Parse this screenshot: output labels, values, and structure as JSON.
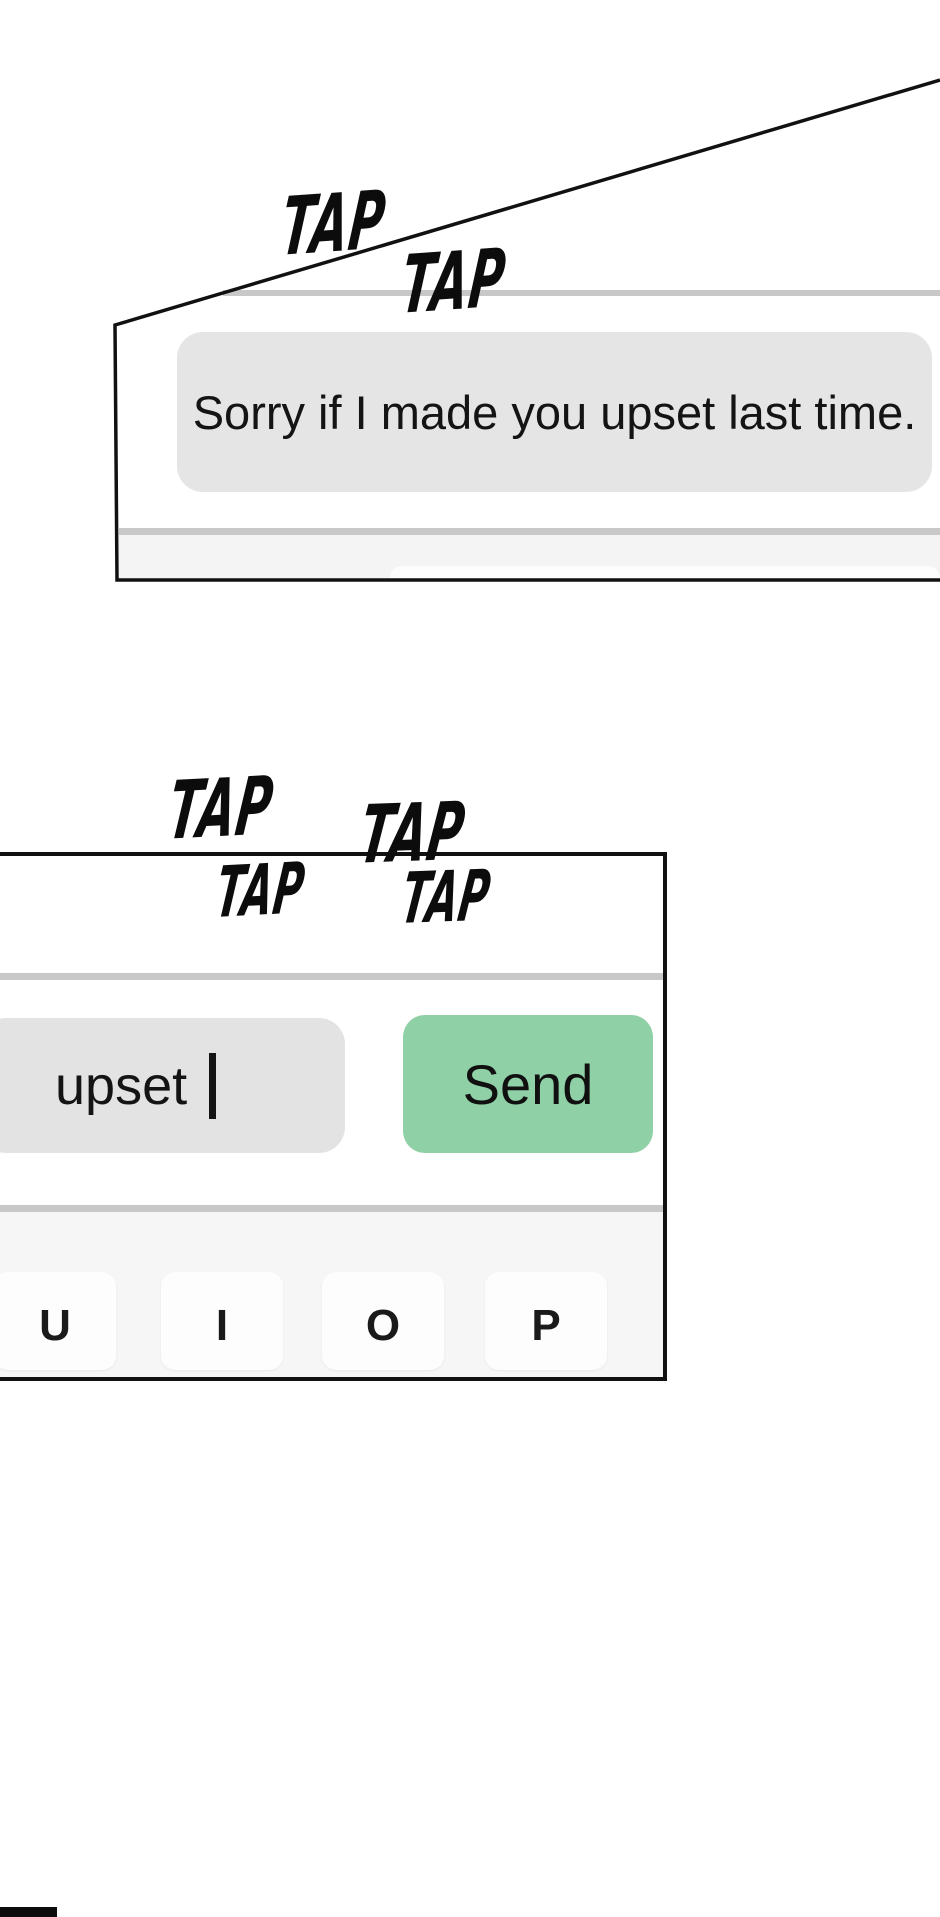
{
  "sfx": {
    "taps": [
      "TAP",
      "TAP",
      "TAP",
      "TAP",
      "TAP",
      "TAP"
    ]
  },
  "panel1": {
    "message": "Sorry if I made you upset last time."
  },
  "panel2": {
    "input": {
      "value": "upset",
      "cursor_visible": true
    },
    "send_label": "Send",
    "keyboard_keys": [
      "U",
      "I",
      "O",
      "P"
    ]
  },
  "colors": {
    "panel_border": "#111111",
    "divider": "#c8c8c8",
    "bubble_bg": "#e5e5e5",
    "input_bg": "#e3e3e3",
    "send_bg": "#8fd0a6",
    "keyboard_bg": "#f5f6f5",
    "key_bg": "#fdfdfd",
    "text": "#141414"
  }
}
